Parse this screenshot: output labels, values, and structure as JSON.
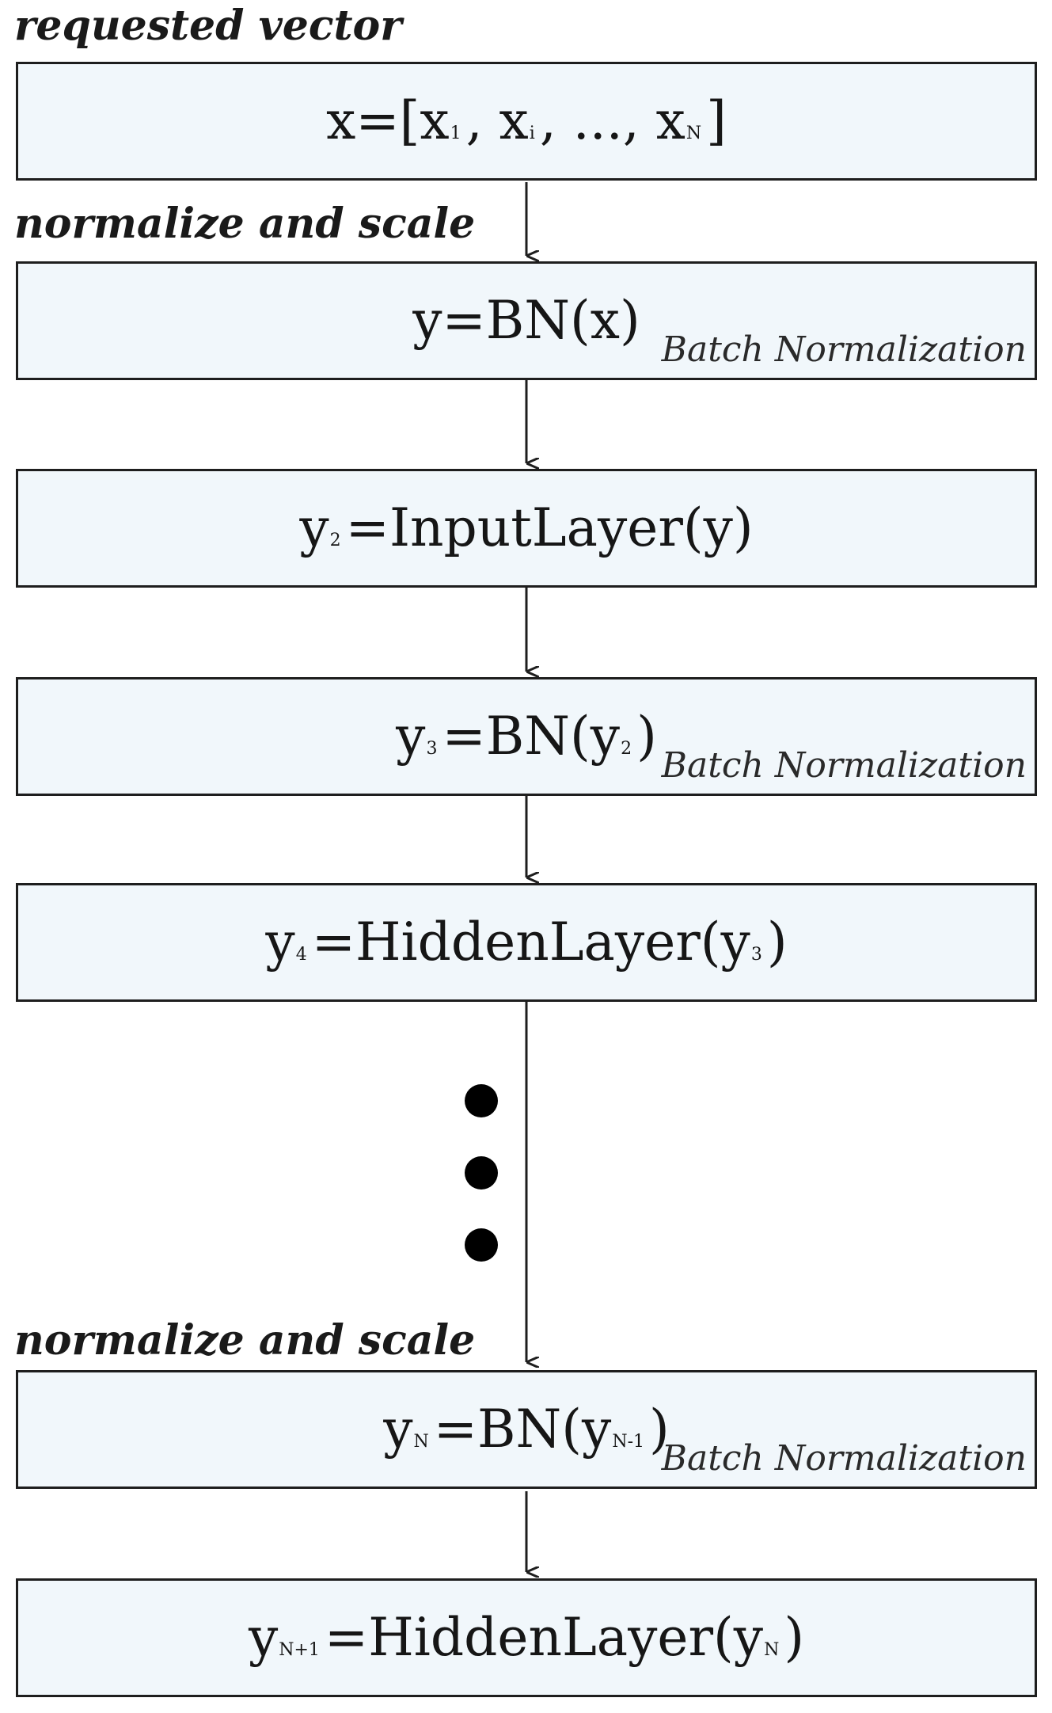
{
  "labels": {
    "requested": "requested vector",
    "normalize_top": "normalize and scale",
    "normalize_bottom": "normalize and scale"
  },
  "bn_note": "Batch Normalization",
  "boxes": {
    "input": {
      "a": "x=[x",
      "s1": "1",
      "b": ", x",
      "s2": "i",
      "c": ", ..., x",
      "s3": "N",
      "d": "]"
    },
    "bn1": {
      "a": "y=BN(x)"
    },
    "input_layer": {
      "a": "y",
      "s1": "2",
      "b": "=InputLayer(y)"
    },
    "bn2": {
      "a": "y",
      "s1": "3",
      "b": "=BN(y",
      "s2": "2",
      "c": ")"
    },
    "hidden1": {
      "a": "y",
      "s1": "4",
      "b": "=HiddenLayer(y",
      "s2": "3",
      "c": ")"
    },
    "bnN": {
      "a": "y",
      "s1": "N",
      "b": "=BN(y",
      "s2": "N-1",
      "c": ")"
    },
    "hiddenN": {
      "a": "y",
      "s1": "N+1",
      "b": "=HiddenLayer(y",
      "s2": "N",
      "c": ")"
    }
  }
}
